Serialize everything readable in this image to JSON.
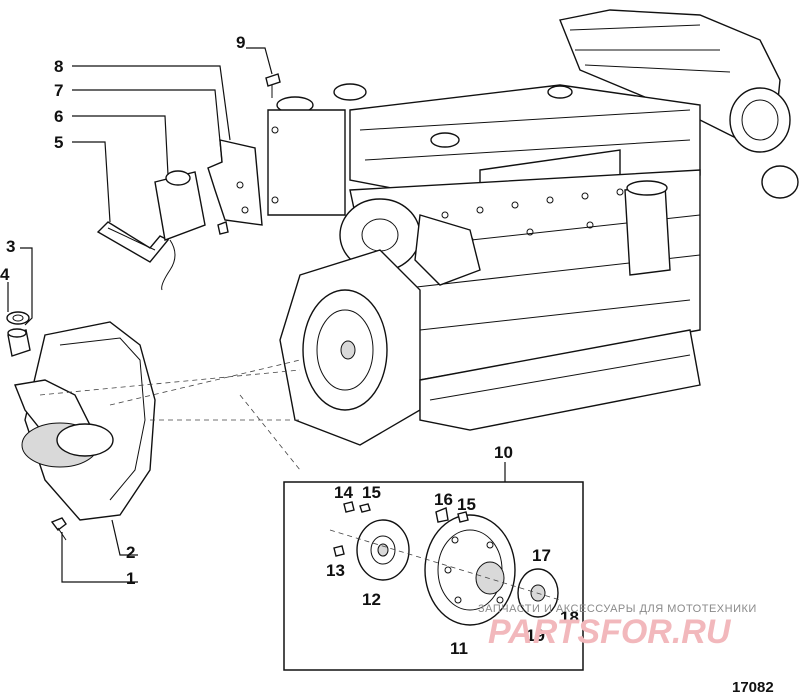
{
  "callouts": {
    "c1": "1",
    "c2": "2",
    "c3": "3",
    "c4": "4",
    "c5": "5",
    "c6": "6",
    "c7": "7",
    "c8": "8",
    "c9": "9",
    "c10": "10",
    "c11": "11",
    "c12": "12",
    "c13": "13",
    "c14": "14",
    "c15a": "15",
    "c15b": "15",
    "c16": "16",
    "c17": "17",
    "c18": "18",
    "c19": "19"
  },
  "figure_number": "17082",
  "watermark": {
    "text": "ЗАПЧАСТИ И АКСЕССУАРЫ ДЛЯ МОТОТЕХНИКИ",
    "logo": "PARTSFOR.RU"
  },
  "colors": {
    "line": "#111111",
    "watermark_logo": "#f2b8bc",
    "watermark_text": "#8a8a8a"
  }
}
